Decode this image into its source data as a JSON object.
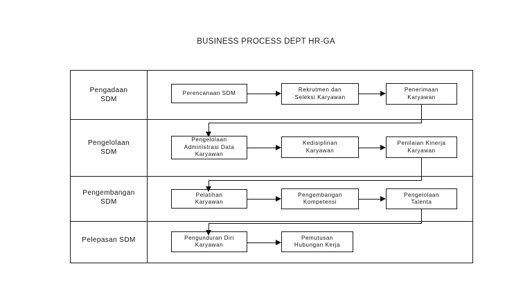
{
  "title": "BUSINESS PROCESS DEPT HR-GA",
  "chart_data": {
    "type": "diagram",
    "title": "BUSINESS PROCESS DEPT HR-GA",
    "layout": "4-row swimlane flowchart matrix",
    "rows": [
      {
        "label": "Pengadaan\nSDM",
        "label_line1": "Pengadaan",
        "label_line2": "SDM",
        "steps": [
          "Perencanaan SDM",
          "Rekrutmen dan\nSeleksi Karyawan",
          "Penerimaan\nKaryawan"
        ]
      },
      {
        "label": "Pengelolaan\nSDM",
        "label_line1": "Pengelolaan",
        "label_line2": "SDM",
        "steps": [
          "Pengelolaan\nAdministrasi Data\nKaryawan",
          "Kedisiplinan\nKaryawan",
          "Penilaian Kinerja\nKaryawan"
        ]
      },
      {
        "label": "Pengembangan\nSDM",
        "label_line1": "Pengembangan",
        "label_line2": "SDM",
        "steps": [
          "Pelatihan\nKaryawan",
          "Pengembangan\nKompetensi",
          "Pengelolaan\nTalenta"
        ]
      },
      {
        "label": "Pelepasan SDM",
        "label_line1": "Pelepasan SDM",
        "label_line2": "",
        "steps": [
          "Pengunduran Diri\nKaryawan",
          "Pemutusan\nHubungan Kerja"
        ]
      }
    ],
    "flow_connectors": [
      "row1 step1 -> row1 step2",
      "row1 step2 -> row1 step3",
      "row1 step3 -> wraps down and left into row2 step1",
      "row2 step1 -> row2 step2",
      "row2 step2 -> row2 step3",
      "row2 step3 -> wraps down and left into row3 step1",
      "row3 step1 -> row3 step2",
      "row3 step2 -> row3 step3",
      "row3 step3 -> wraps down and left into row4 step1",
      "row4 step1 -> row4 step2"
    ],
    "colors": {
      "background": "#ffffff",
      "line": "#111111",
      "text": "#111111"
    }
  }
}
